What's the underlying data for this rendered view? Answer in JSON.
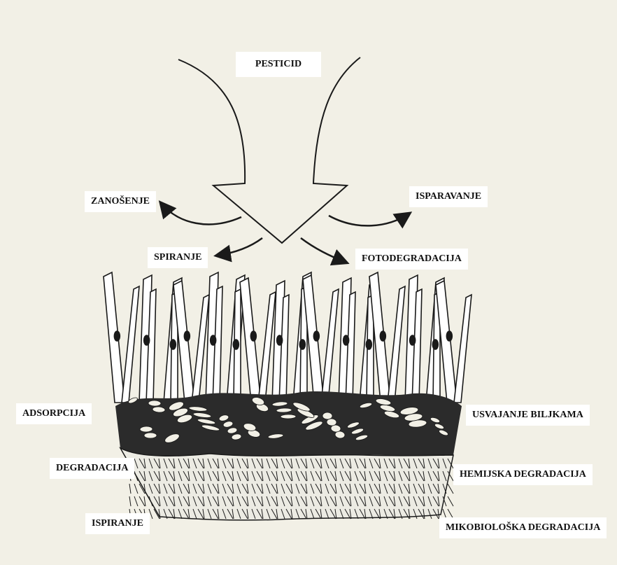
{
  "diagram": {
    "labels": {
      "pesticid": "PESTICID",
      "zanosenje": "ZANOŠENJE",
      "isparavanje": "ISPARAVANJE",
      "spiranje": "SPIRANJE",
      "fotodegradacija": "FOTODEGRADACIJA",
      "adsorpcija": "ADSORPCIJA",
      "usvajanje": "USVAJANJE BILJKAMA",
      "degradacija": "DEGRADACIJA",
      "hemijska": "HEMIJSKA DEGRADACIJA",
      "ispiranje": "ISPIRANJE",
      "mikrobioloska": "MIKOBIOLOŠKA DEGRADACIJA"
    },
    "colors": {
      "background": "#f2f0e6",
      "ink": "#1a1a1a",
      "label_background": "#ffffff"
    }
  }
}
